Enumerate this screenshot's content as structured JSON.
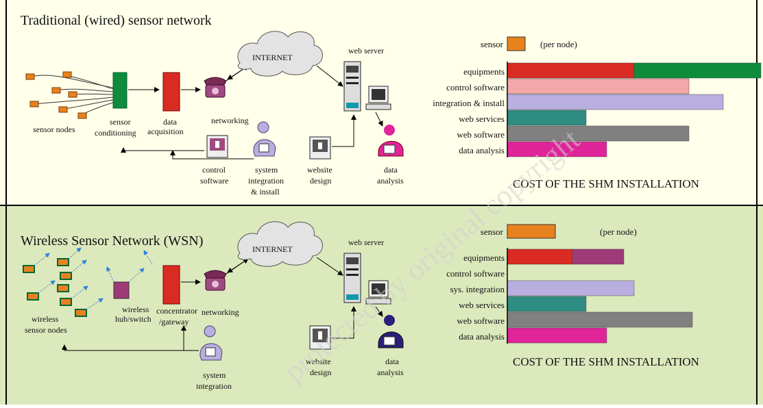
{
  "top": {
    "title": "Traditional (wired) sensor network",
    "labels": {
      "sensor_nodes": "sensor nodes",
      "sensor_conditioning_1": "sensor",
      "sensor_conditioning_2": "conditioning",
      "data_acq_1": "data",
      "data_acq_2": "acquisition",
      "networking": "networking",
      "internet": "INTERNET",
      "webserver": "web server",
      "control_1": "control",
      "control_2": "software",
      "sysint_1": "system",
      "sysint_2": "integration",
      "sysint_3": "& install",
      "website_1": "website",
      "website_2": "design",
      "analysis_1": "data",
      "analysis_2": "analysis"
    },
    "chart_data": {
      "type": "bar",
      "title": "COST OF THE SHM INSTALLATION",
      "legend": {
        "label": "sensor",
        "note": "(per node)",
        "color": "#E8821E"
      },
      "categories": [
        "equipments",
        "control software",
        "integration & install",
        "web services",
        "web software",
        "data analysis"
      ],
      "segments": [
        [
          {
            "value": 185,
            "color": "#D92B22"
          },
          {
            "value": 185,
            "color": "#0E8C3C"
          }
        ],
        [
          {
            "value": 265,
            "color": "#F2A8A8"
          }
        ],
        [
          {
            "value": 315,
            "color": "#B9AEE0"
          }
        ],
        [
          {
            "value": 115,
            "color": "#2E8C82"
          }
        ],
        [
          {
            "value": 265,
            "color": "#808080"
          }
        ],
        [
          {
            "value": 145,
            "color": "#E0249A"
          }
        ]
      ]
    }
  },
  "bottom": {
    "title": "Wireless Sensor Network (WSN)",
    "labels": {
      "wireless_1": "wireless",
      "wireless_2": "sensor nodes",
      "hub_1": "wireless",
      "hub_2": "hub/switch",
      "conc_1": "concentrator",
      "conc_2": "/gateway",
      "networking": "networking",
      "internet": "INTERNET",
      "webserver": "web server",
      "sysint_1": "system",
      "sysint_2": "integration",
      "website_1": "website",
      "website_2": "design",
      "analysis_1": "data",
      "analysis_2": "analysis"
    },
    "chart_data": {
      "type": "bar",
      "title": "COST OF THE SHM INSTALLATION",
      "legend": {
        "label": "sensor",
        "note": "(per node)",
        "color": "#E8821E"
      },
      "categories": [
        "equipments",
        "control software",
        "sys. integration",
        "web services",
        "web software",
        "data analysis"
      ],
      "segments": [
        [
          {
            "value": 95,
            "color": "#D92B22"
          },
          {
            "value": 75,
            "color": "#9E3A78"
          }
        ],
        [],
        [
          {
            "value": 185,
            "color": "#B9AEE0"
          }
        ],
        [
          {
            "value": 115,
            "color": "#2E8C82"
          }
        ],
        [
          {
            "value": 270,
            "color": "#808080"
          }
        ],
        [
          {
            "value": 145,
            "color": "#E0249A"
          }
        ]
      ]
    }
  },
  "watermark": "protected by original copyright",
  "colors": {
    "top_bg": "#FFFFEA",
    "bottom_bg": "#DCE9BD",
    "border": "#000000",
    "watermark": "#cfcfcf"
  }
}
